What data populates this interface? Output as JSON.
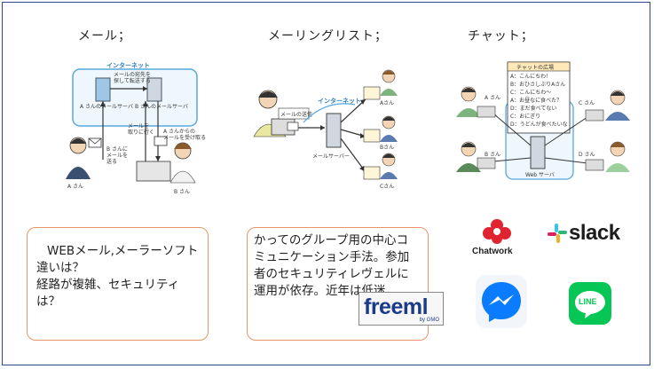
{
  "headings": {
    "mail": "メール；",
    "mailing_list": "メーリングリスト；",
    "chat": "チャット；"
  },
  "mail_diagram": {
    "internet_label": "インターネット",
    "server_a": "A さんのメールサーバ",
    "server_b": "B さんのメールサーバ",
    "relay_note_1": "メールの宛先を",
    "relay_note_2": "探して転送する",
    "receive_note_1": "メールを",
    "receive_note_2": "取りに行く",
    "from_a_note_1": "A さんからの",
    "from_a_note_2": "メールを受け取る",
    "send_note_1": "B さんに",
    "send_note_2": "メールを",
    "send_note_3": "送る",
    "person_a": "A さん",
    "person_b": "B さん"
  },
  "ml_diagram": {
    "internet_label": "インターネット",
    "mail_send": "メールの送信",
    "server": "メールサーバー",
    "recipients": [
      "Aさん",
      "Bさん",
      "Cさん"
    ]
  },
  "chat_diagram": {
    "panel_title": "チャットの広場",
    "messages": [
      "A：こんにちわ！",
      "B：おひさしぶりAさん",
      "C：こんにちわ～",
      "A：お昼なに食べた？",
      "D：まだ食べてない",
      "C：おにぎり",
      "D：うどんが食べたいな"
    ],
    "server": "Web サーバ",
    "people": [
      "A さん",
      "B さん",
      "C さん",
      "D さん"
    ]
  },
  "boxes": {
    "mail_line1": "WEBメール,メーラーソフト",
    "mail_line2": "違いは？",
    "mail_line3": "経路が複雑、セキュリティ",
    "mail_line4": "は？",
    "ml_line1": "かってのグループ用の中心コ",
    "ml_line2": "ミュニケーション手法。参加",
    "ml_line3": "者のセキュリティレヴェルに",
    "ml_line4": "運用が依存。近年は低迷。"
  },
  "logos": {
    "freeml": "freeml",
    "freeml_sub": "by GMO",
    "chatwork": "Chatwork",
    "slack": "slack",
    "line": "LINE"
  },
  "colors": {
    "frame": "#2e4a8a",
    "box_border": "#e8956a",
    "internet_blue": "#5aa8d8",
    "slack_purple": "#4a154b",
    "line_green": "#06c755",
    "messenger_blue": "#0a7cff",
    "chatwork_red": "#e0242f"
  }
}
